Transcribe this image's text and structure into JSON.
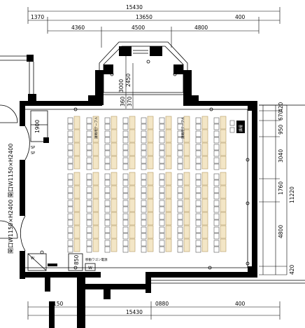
{
  "dimensions": {
    "top_total": "15430",
    "top_left": "1370",
    "top_mid": "13650",
    "top_right": "400",
    "top_sub1": "4360",
    "top_sub2": "4500",
    "top_sub3": "4800",
    "bay_depth": "3000",
    "bay_sub": "2450",
    "bay_small": "360",
    "bay_small2": "370",
    "left_door_height": "1900",
    "right_top": "420",
    "right_670": "670",
    "right_950": "950",
    "right_3040": "3040",
    "right_1760": "1760",
    "right_total": "11220",
    "right_4800": "4800",
    "right_bottom": "420",
    "bottom_left": "150",
    "bottom_total": "15430",
    "bottom_mid": "0880",
    "bottom_right": "400",
    "lower_850": "850"
  },
  "labels": {
    "opening_upper": "開口W1150×H2400",
    "opening_lower": "開口W1150×H2400",
    "podium": "講壇",
    "wagon_label": "移動ワゴン電源",
    "w_box": "W",
    "wc_label": "W",
    "small_note": "SP",
    "small_box_label": "SP",
    "desk_text_left": "講師用テーブル",
    "desk_text_right": "講師用テーブル"
  }
}
